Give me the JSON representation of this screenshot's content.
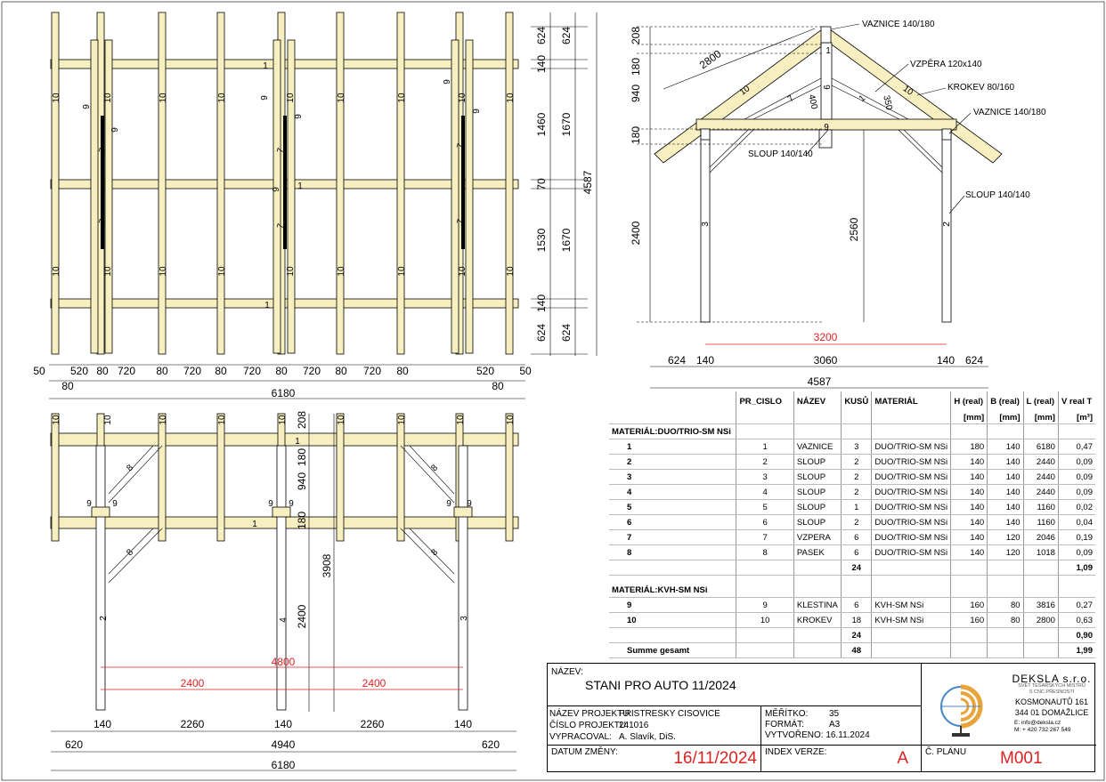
{
  "top_plan": {
    "rafter_marks": [
      "10",
      "10",
      "10",
      "10",
      "10",
      "10",
      "10",
      "10",
      "10",
      "10",
      "10",
      "10",
      "10",
      "10",
      "10",
      "10",
      "10",
      "10"
    ],
    "purlin_marks": [
      "1",
      "1",
      "1"
    ],
    "strut_marks": [
      "9",
      "9",
      "9",
      "9",
      "9",
      "9",
      "9"
    ],
    "brace_marks": [
      "7",
      "7",
      "7",
      "7",
      "7",
      "7"
    ],
    "right_dims_a": [
      "624",
      "140",
      "1460",
      "70",
      "1530",
      "140",
      "624"
    ],
    "right_dims_b": [
      "624",
      "1670",
      "1670",
      "624"
    ],
    "total_right": "4587",
    "bottom_dims": [
      "50",
      "520",
      "80",
      "720",
      "80",
      "720",
      "80",
      "720",
      "80",
      "720",
      "80",
      "720",
      "80",
      "520",
      "50"
    ],
    "bottom_sub": [
      "80",
      "80"
    ],
    "total_bottom": "6180"
  },
  "section": {
    "labels": {
      "ridge_purlin": "VAZNICE 140/180",
      "strut": "VZPĚRA 120x140",
      "rafter": "KROKEV 80/160",
      "eave_purlin": "VAZNICE 140/180",
      "post_left": "SLOUP 140/140",
      "post_right": "SLOUP 140/140"
    },
    "left_dims": [
      "208",
      "180",
      "940",
      "180",
      "2400"
    ],
    "rafter_len": "2800",
    "marks": {
      "ridge": "1",
      "post_mid": "6",
      "tie": "9",
      "brace": "7",
      "rafter_l": "10",
      "rafter_r": "10",
      "angle": "400",
      "angle2": "350",
      "post_l": "3",
      "post_r": "2",
      "tie_r": "1"
    },
    "inner_height": "2560",
    "span_red": "3200",
    "bottom_dims": [
      "624",
      "140",
      "3060",
      "140",
      "624"
    ],
    "total": "4587"
  },
  "elevation": {
    "rafter_marks": [
      "10",
      "10",
      "10",
      "10",
      "10",
      "10",
      "10",
      "10",
      "10"
    ],
    "purlin_marks": [
      "1",
      "1"
    ],
    "strut_marks": [
      "9",
      "9",
      "9",
      "9",
      "9",
      "9"
    ],
    "brace_marks": [
      "8",
      "8",
      "8",
      "8"
    ],
    "post_marks": [
      "2",
      "4",
      "3"
    ],
    "vert_dims": [
      "208",
      "180",
      "940",
      "180",
      "2400"
    ],
    "vert_total": "3908",
    "red_total": "4800",
    "red_parts": [
      "2400",
      "2400"
    ],
    "bottom_a": [
      "140",
      "2260",
      "140",
      "2260",
      "140"
    ],
    "bottom_b": [
      "620",
      "4940",
      "620"
    ],
    "total": "6180"
  },
  "table": {
    "headers": [
      "PR_CISLO",
      "NÁZEV",
      "KUSŮ",
      "MATERIÁL",
      "H (real)",
      "B (real)",
      "L (real)",
      "V real T"
    ],
    "units": [
      "",
      "",
      "",
      "",
      "[mm]",
      "[mm]",
      "[mm]",
      "[m³]"
    ],
    "group1": "MATERIÁL:DUO/TRIO-SM NSi",
    "rows1": [
      [
        "1",
        "1",
        "VAZNICE",
        "3",
        "DUO/TRIO-SM NSi",
        "180",
        "140",
        "6180",
        "0,47"
      ],
      [
        "2",
        "2",
        "SLOUP",
        "2",
        "DUO/TRIO-SM NSi",
        "140",
        "140",
        "2440",
        "0,09"
      ],
      [
        "3",
        "3",
        "SLOUP",
        "2",
        "DUO/TRIO-SM NSi",
        "140",
        "140",
        "2440",
        "0,09"
      ],
      [
        "4",
        "4",
        "SLOUP",
        "2",
        "DUO/TRIO-SM NSi",
        "140",
        "140",
        "2440",
        "0,09"
      ],
      [
        "5",
        "5",
        "SLOUP",
        "1",
        "DUO/TRIO-SM NSi",
        "140",
        "140",
        "1160",
        "0,02"
      ],
      [
        "6",
        "6",
        "SLOUP",
        "2",
        "DUO/TRIO-SM NSi",
        "140",
        "140",
        "1160",
        "0,04"
      ],
      [
        "7",
        "7",
        "VZPERA",
        "6",
        "DUO/TRIO-SM NSi",
        "140",
        "120",
        "2046",
        "0,19"
      ],
      [
        "8",
        "8",
        "PASEK",
        "6",
        "DUO/TRIO-SM NSi",
        "140",
        "120",
        "1018",
        "0,09"
      ]
    ],
    "sum1": [
      "24",
      "1,09"
    ],
    "group2": "MATERIÁL:KVH-SM NSi",
    "rows2": [
      [
        "9",
        "9",
        "KLESTINA",
        "6",
        "KVH-SM NSi",
        "160",
        "80",
        "3816",
        "0,27"
      ],
      [
        "10",
        "10",
        "KROKEV",
        "18",
        "KVH-SM NSi",
        "160",
        "80",
        "2800",
        "0,63"
      ]
    ],
    "sum2": [
      "24",
      "0,90"
    ],
    "grand": [
      "Summe gesamt",
      "48",
      "1,99"
    ]
  },
  "title_block": {
    "nazev_label": "NÁZEV:",
    "nazev": "STANI PRO AUTO 11/2024",
    "projekt_label": "NÁZEV PROJEKTU:",
    "projekt": "PRISTRESKY CISOVICE",
    "cislo_label": "ČÍSLO PROJEKTU:",
    "cislo": "241016",
    "vypracoval_label": "VYPRACOVAL:",
    "vypracoval": "A. Slavík, DiS.",
    "meritko_label": "MĚŘÍTKO:",
    "meritko": "35",
    "format_label": "FORMÁT:",
    "format": "A3",
    "vytvoreno_label": "VYTVOŘENO:",
    "vytvoreno": "16.11.2024",
    "datum_label": "DATUM ZMĚNY:",
    "datum": "16/11/2024",
    "index_label": "INDEX VERZE:",
    "index": "A",
    "plan_label": "Č. PLÁNU",
    "plan": "M001",
    "company": "DEKSLA s.r.o.",
    "tagline1": "SVĚT TESAŘSKÝCH MISTRŮ",
    "tagline2": "S CNC PŘESNOSTÍ",
    "addr1": "KOSMONAUTŮ 161",
    "addr2": "344 01 DOMAŽLICE",
    "email": "E: info@deksla.cz",
    "phone": "M: + 420 732 267 549"
  },
  "colors": {
    "wood": "#f7efc0",
    "red": "#d22222",
    "logo_orange": "#e8a33a",
    "logo_blue": "#4a86c8"
  }
}
